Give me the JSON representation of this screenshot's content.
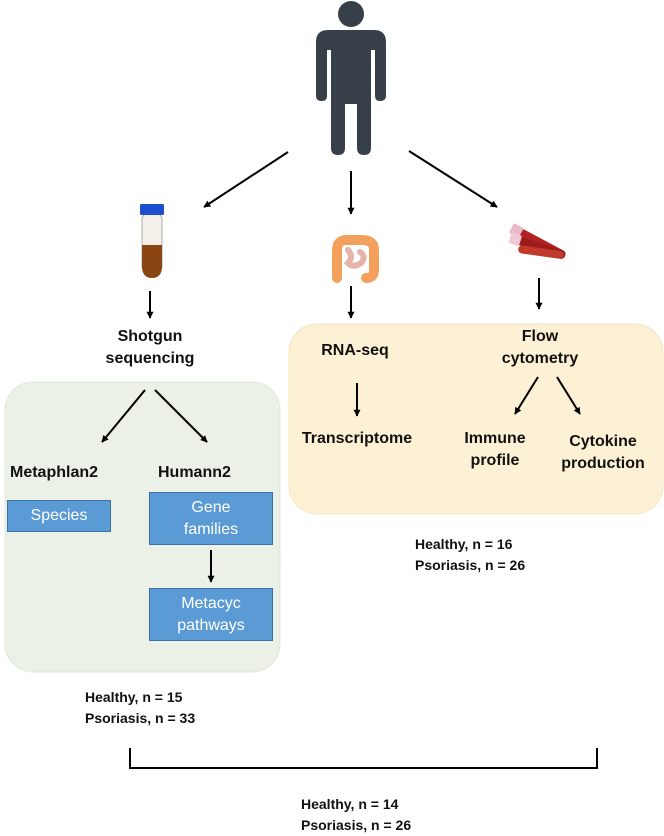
{
  "colors": {
    "panel_green": "#ebf1e6",
    "panel_orange": "#fdf1d5",
    "box_blue": "#5b9bd5",
    "arrow": "#000000",
    "person": "#374048"
  },
  "icons": [
    "person-icon",
    "sample-tube-icon",
    "intestine-icon",
    "blood-tubes-icon"
  ],
  "shotgun": {
    "line1": "Shotgun",
    "line2": "sequencing"
  },
  "metaphlan": "Metaphlan2",
  "humann": "Humann2",
  "species_box": "Species",
  "gene_families_box": {
    "line1": "Gene",
    "line2": "families"
  },
  "metacyc_box": {
    "line1": "Metacyc",
    "line2": "pathways"
  },
  "rnaseq": "RNA-seq",
  "transcriptome": "Transcriptome",
  "flow": {
    "line1": "Flow",
    "line2": "cytometry"
  },
  "immune": {
    "line1": "Immune",
    "line2": "profile"
  },
  "cytokine": {
    "line1": "Cytokine",
    "line2": "production"
  },
  "counts": {
    "shotgun": {
      "healthy": "Healthy,  n = 15",
      "psoriasis": "Psoriasis, n = 33"
    },
    "rna_flow": {
      "healthy": "Healthy, n = 16",
      "psoriasis": "Psoriasis, n = 26"
    },
    "overall": {
      "healthy": "Healthy,  n = 14",
      "psoriasis": "Psoriasis, n = 26"
    }
  }
}
